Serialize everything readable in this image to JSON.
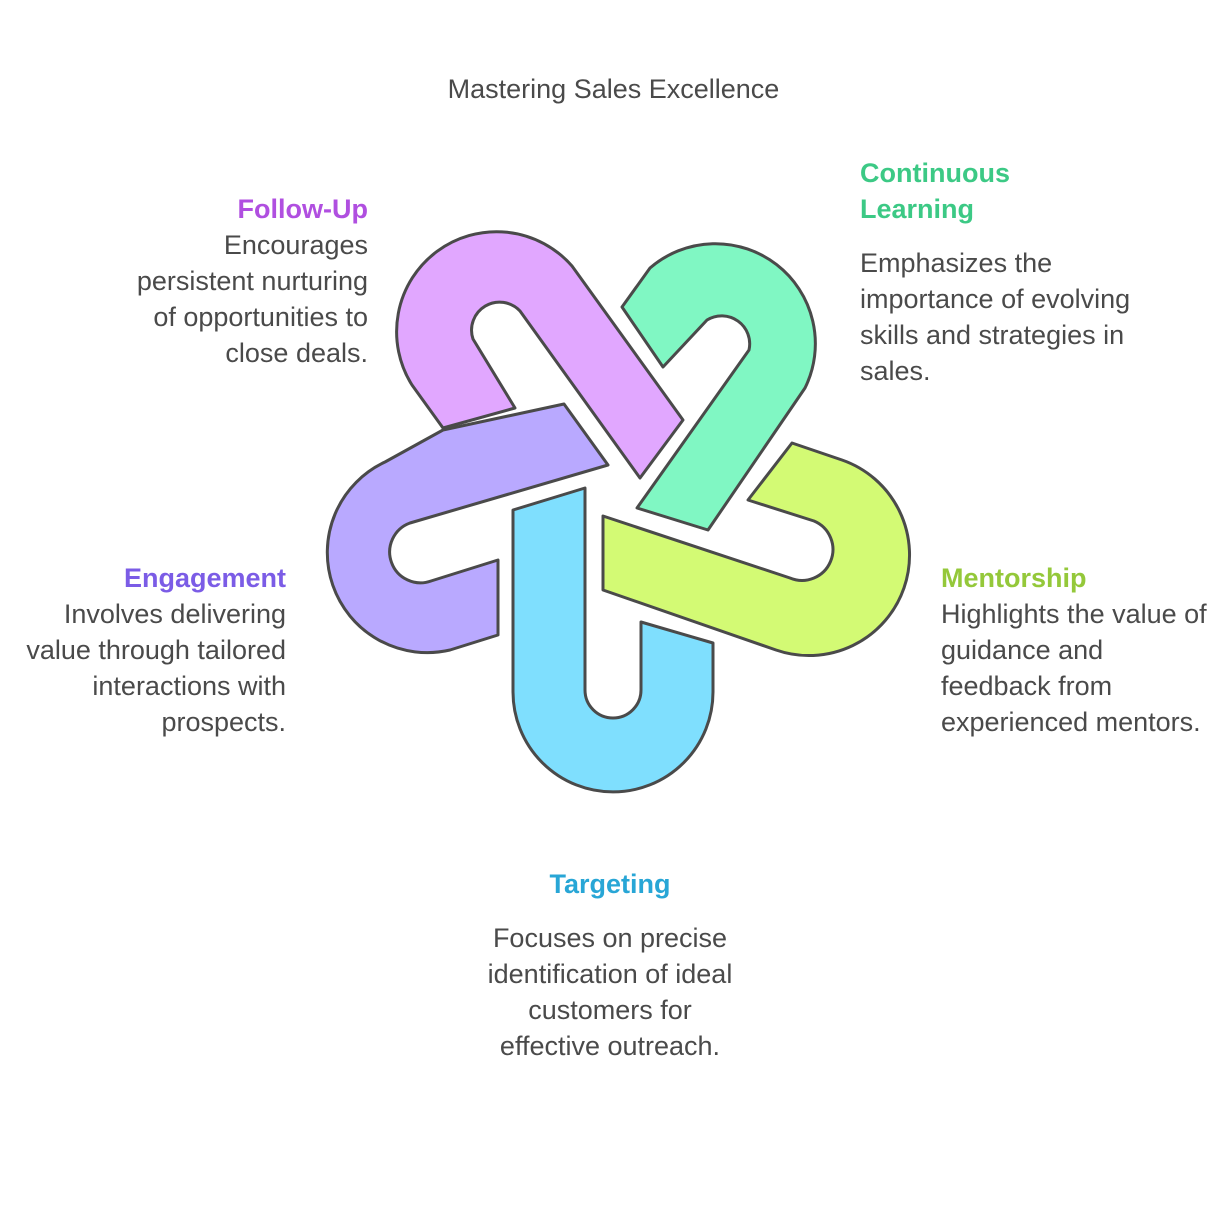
{
  "title": "Mastering Sales Excellence",
  "segments": {
    "continuous_learning": {
      "heading": "Continuous\nLearning",
      "description": "Emphasizes the importance of evolving skills and strategies in sales.",
      "color": "#3cc985",
      "fill": "#80f7c3"
    },
    "follow_up": {
      "heading": "Follow-Up",
      "description": "Encourages persistent nurturing of opportunities to close deals.",
      "color": "#b04fe0",
      "fill": "#e1a7ff"
    },
    "engagement": {
      "heading": "Engagement",
      "description": "Involves delivering value through tailored interactions with prospects.",
      "color": "#7b5ce6",
      "fill": "#b9a9ff"
    },
    "mentorship": {
      "heading": "Mentorship",
      "description": "Highlights the value of guidance and feedback from experienced mentors.",
      "color": "#94c83a",
      "fill": "#d3fa74"
    },
    "targeting": {
      "heading": "Targeting",
      "description": "Focuses on precise identification of ideal customers for effective outreach.",
      "color": "#28a6d6",
      "fill": "#7fdffe"
    }
  },
  "colors": {
    "stroke": "#4a4a4a",
    "text": "#4a4a4a"
  }
}
